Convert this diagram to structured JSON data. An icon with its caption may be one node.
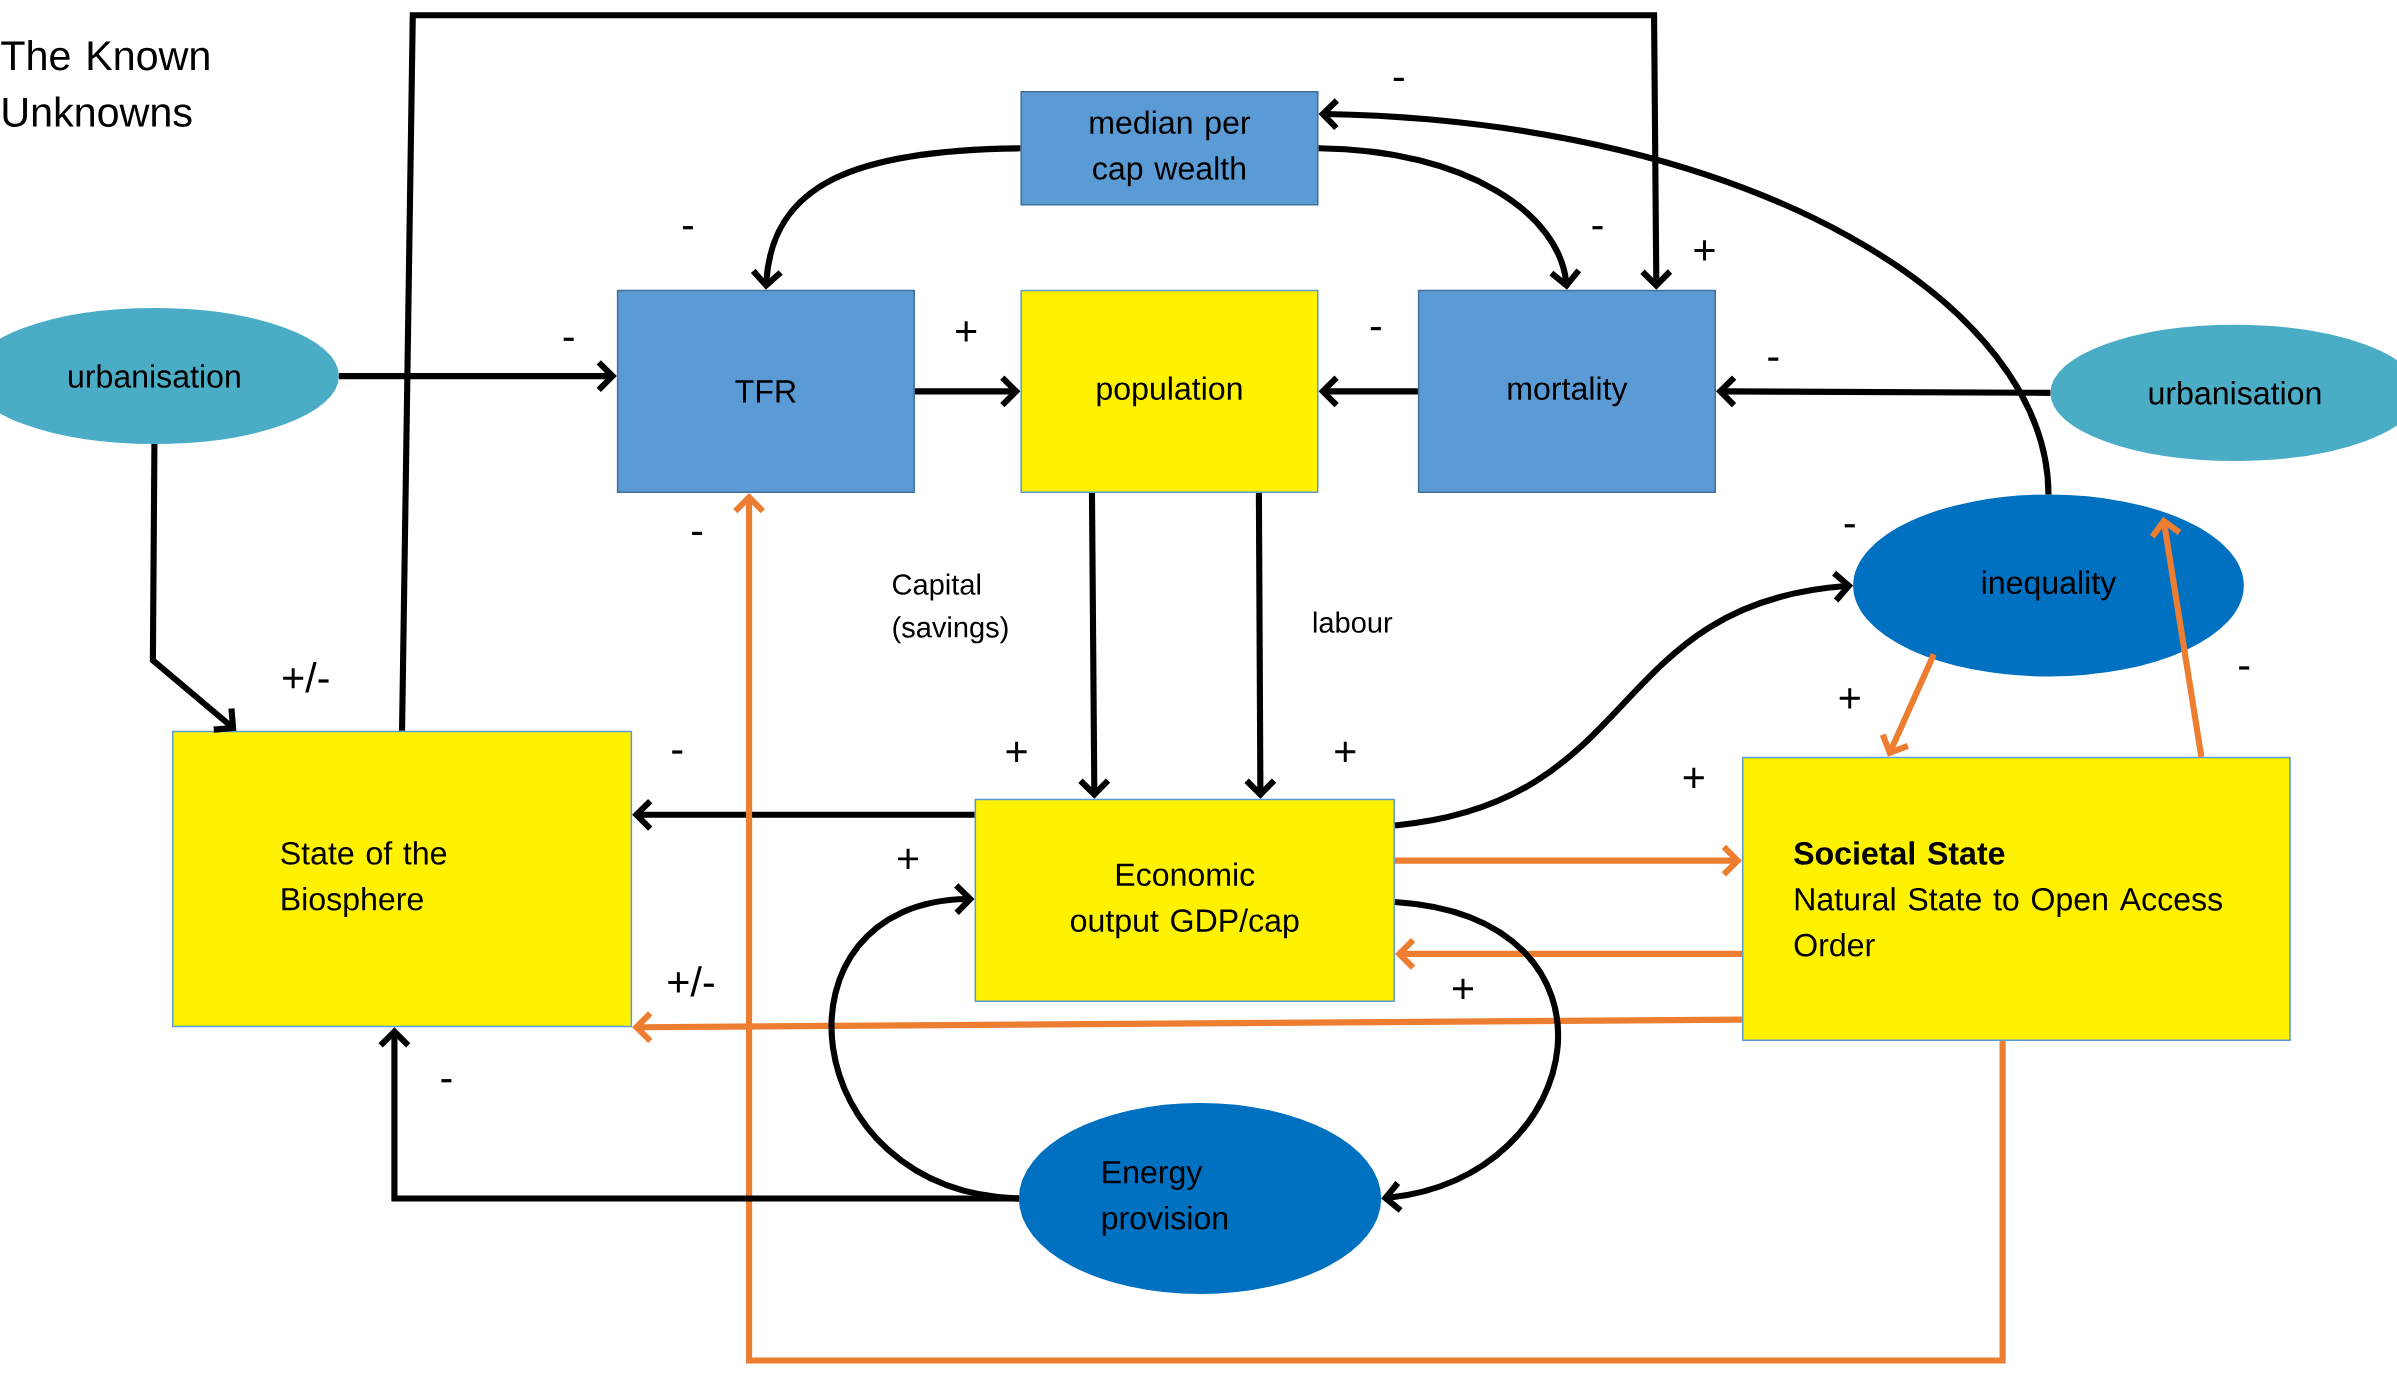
{
  "diagram": {
    "title": "The Known Unknowns",
    "nodes": [
      {
        "text": [
          "urbanisation"
        ]
      },
      {
        "text": [
          "median per cap wealth"
        ]
      },
      {
        "text": [
          "TFR"
        ]
      },
      {
        "text": [
          "population"
        ]
      },
      {
        "text": [
          "mortality"
        ]
      },
      {
        "text": [
          "urbanisation"
        ]
      },
      {
        "text": [
          "inequality"
        ]
      },
      {
        "text": [
          "State of the Biosphere"
        ]
      },
      {
        "text": [
          "Economic output GDP/cap"
        ]
      },
      {
        "text": [
          "Societal State",
          "Natural State to Open Access Order"
        ]
      },
      {
        "text": [
          "Energy provision"
        ]
      }
    ],
    "edges": [
      {
        "from": 0,
        "to": 2,
        "arrow": "to"
      },
      {
        "from": 1,
        "to": 2,
        "arrow": "to"
      },
      {
        "from": 1,
        "to": 4,
        "arrow": "to"
      },
      {
        "from": 2,
        "to": 3,
        "arrow": "to"
      },
      {
        "from": 4,
        "to": 3,
        "arrow": "to"
      },
      {
        "from": 5,
        "to": 4,
        "arrow": "to"
      },
      {
        "from": 6,
        "to": 1,
        "arrow": "to"
      },
      {
        "from": 7,
        "to": 4,
        "arrow": "to"
      },
      {
        "from": 0,
        "to": 7,
        "arrow": "to"
      },
      {
        "from": 3,
        "to": 8,
        "arrow": "to",
        "label": "Capital (savings)"
      },
      {
        "from": 3,
        "to": 8,
        "arrow": "to",
        "label": "labour"
      },
      {
        "from": 8,
        "to": 7,
        "arrow": "to"
      },
      {
        "from": 8,
        "to": 6,
        "arrow": "to"
      },
      {
        "from": 8,
        "to": 9,
        "arrow": "to",
        "color": "#ed7d31"
      },
      {
        "from": 9,
        "to": 8,
        "arrow": "to",
        "color": "#ed7d31"
      },
      {
        "from": 9,
        "to": 7,
        "arrow": "to",
        "color": "#ed7d31"
      },
      {
        "from": 9,
        "to": 2,
        "arrow": "to",
        "color": "#ed7d31"
      },
      {
        "from": 6,
        "to": 9,
        "arrow": "to",
        "color": "#ed7d31"
      },
      {
        "from": 9,
        "to": 6,
        "arrow": "to",
        "color": "#ed7d31"
      },
      {
        "from": 10,
        "to": 8,
        "arrow": "to"
      },
      {
        "from": 8,
        "to": 10,
        "arrow": "to"
      },
      {
        "from": 10,
        "to": 7,
        "arrow": "to"
      }
    ],
    "labels": [
      "-",
      "-",
      "-",
      "+",
      "+",
      "-",
      "-",
      "-",
      "-",
      "-",
      "+/-",
      "-",
      "+",
      "+",
      "+",
      "-",
      "+",
      "+",
      "+/-",
      "+",
      "-"
    ]
  }
}
